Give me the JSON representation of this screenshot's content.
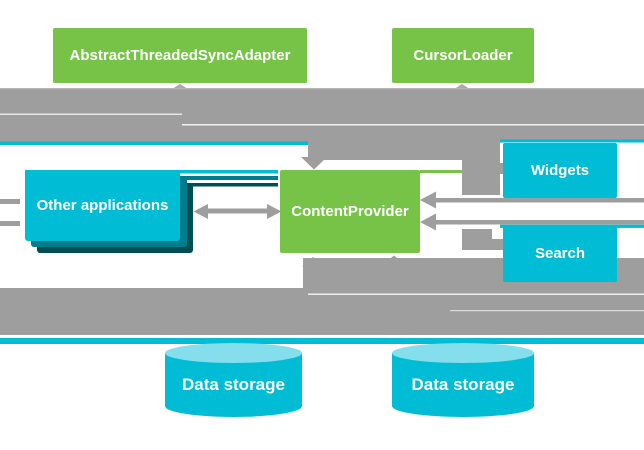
{
  "nodes": {
    "sync_adapter": {
      "label": "AbstractThreadedSyncAdapter"
    },
    "cursor_loader": {
      "label": "CursorLoader"
    },
    "content_provider": {
      "label": "ContentProvider"
    },
    "other_applications": {
      "label": "Other applications"
    },
    "widgets": {
      "label": "Widgets"
    },
    "search": {
      "label": "Search"
    },
    "data_storage_left": {
      "label": "Data storage"
    },
    "data_storage_right": {
      "label": "Data storage"
    }
  },
  "colors": {
    "green_box": "#76C348",
    "teal_box": "#00BCD4",
    "teal_stack_mid": "#007D8C",
    "teal_stack_back": "#004D54",
    "cylinder_top": "#85DEEB",
    "connector_gray": "#9E9E9E",
    "background": "#FFFFFF",
    "text": "#FFFFFF"
  }
}
